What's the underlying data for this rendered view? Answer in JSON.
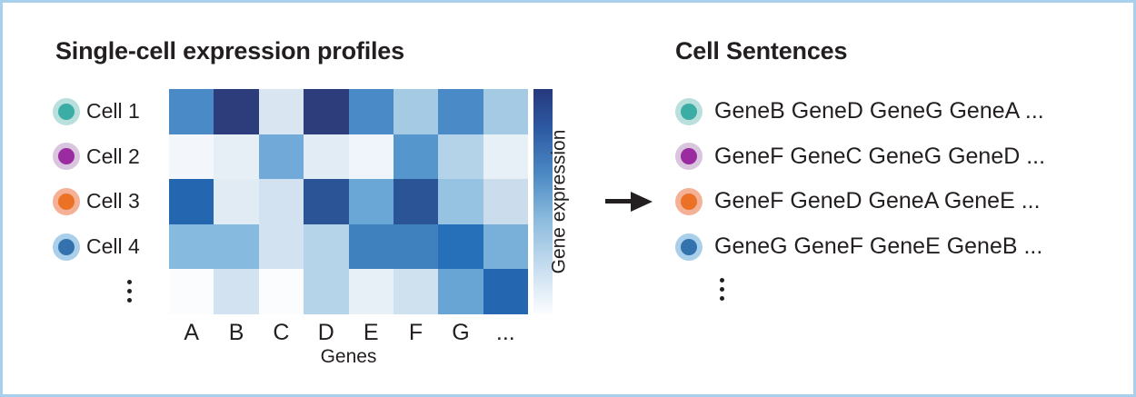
{
  "figure": {
    "border_color": "#a8cfeb",
    "background": "#ffffff"
  },
  "left_panel": {
    "title": "Single-cell expression profiles",
    "axis_label": "Genes",
    "gene_ticks": [
      "A",
      "B",
      "C",
      "D",
      "E",
      "F",
      "G",
      "..."
    ],
    "cells": [
      {
        "label": "Cell 1",
        "ring_color": "#b9e0dc",
        "core_color": "#3cada4"
      },
      {
        "label": "Cell 2",
        "ring_color": "#d9c5de",
        "core_color": "#9a2ba0"
      },
      {
        "label": "Cell 3",
        "ring_color": "#f4b196",
        "core_color": "#eb7127"
      },
      {
        "label": "Cell 4",
        "ring_color": "#a9cfea",
        "core_color": "#3472ad"
      }
    ],
    "more_indicator": "vertical-ellipsis"
  },
  "colorbar": {
    "label": "Gene expression",
    "high_color": "#26397d",
    "low_color": "#fbfdff"
  },
  "arrow": {
    "direction": "right",
    "color": "#231f20"
  },
  "right_panel": {
    "title": "Cell Sentences",
    "sentences": [
      {
        "text": "GeneB GeneD GeneG GeneA ...",
        "ring_color": "#b9e0dc",
        "core_color": "#3cada4"
      },
      {
        "text": "GeneF GeneC GeneG GeneD ...",
        "ring_color": "#d9c5de",
        "core_color": "#9a2ba0"
      },
      {
        "text": "GeneF GeneD GeneA GeneE ...",
        "ring_color": "#f4b196",
        "core_color": "#eb7127"
      },
      {
        "text": "GeneG GeneF GeneE GeneB ...",
        "ring_color": "#a9cfea",
        "core_color": "#3472ad"
      }
    ],
    "more_indicator": "vertical-ellipsis"
  },
  "chart_data": {
    "type": "heatmap",
    "title": "Single-cell expression profiles",
    "xlabel": "Genes",
    "ylabel": "",
    "colorbar_label": "Gene expression",
    "x": [
      "A",
      "B",
      "C",
      "D",
      "E",
      "F",
      "G",
      "..."
    ],
    "y": [
      "Cell 1",
      "Cell 2",
      "Cell 3",
      "Cell 4",
      "..."
    ],
    "colorscale": [
      "#fbfdff",
      "#e8f1f9",
      "#c3dbee",
      "#a9cfea",
      "#8cbbdd",
      "#6ba7d6",
      "#4c8ac4",
      "#2e5ba4",
      "#26397d"
    ],
    "zlim": [
      0,
      1
    ],
    "grid": false,
    "values": [
      [
        0.62,
        0.95,
        0.2,
        0.95,
        0.62,
        0.38,
        0.62,
        0.38
      ],
      [
        0.04,
        0.12,
        0.55,
        0.13,
        0.05,
        0.62,
        0.36,
        0.12
      ],
      [
        0.78,
        0.12,
        0.18,
        0.85,
        0.55,
        0.85,
        0.38,
        0.2
      ],
      [
        0.45,
        0.45,
        0.18,
        0.33,
        0.66,
        0.66,
        0.8,
        0.45
      ],
      [
        0.02,
        0.18,
        0.03,
        0.33,
        0.1,
        0.2,
        0.55,
        0.8
      ]
    ],
    "cell_colors": [
      [
        "#4a8bc7",
        "#2d3c7b",
        "#d9e6f2",
        "#2d3c7b",
        "#4a8bc7",
        "#a5cae4",
        "#4a8bc7",
        "#a5cae4"
      ],
      [
        "#f3f7fb",
        "#e6eef6",
        "#71aad8",
        "#e1ecf5",
        "#eff5fa",
        "#5596cc",
        "#b4d3e8",
        "#e7eff7"
      ],
      [
        "#2566b0",
        "#e0ebf4",
        "#d3e2f0",
        "#2b5496",
        "#6aa7d6",
        "#2b5496",
        "#96c3e1",
        "#cbdded"
      ],
      [
        "#86bade",
        "#86bade",
        "#d3e2f0",
        "#b5d4e9",
        "#3f80bf",
        "#3f80bf",
        "#2570b8",
        "#78b0da"
      ],
      [
        "#fafcfe",
        "#d3e2f0",
        "#fafcfe",
        "#b5d4e9",
        "#e7eff7",
        "#cfe0ef",
        "#68a5d4",
        "#2566b0"
      ]
    ]
  }
}
